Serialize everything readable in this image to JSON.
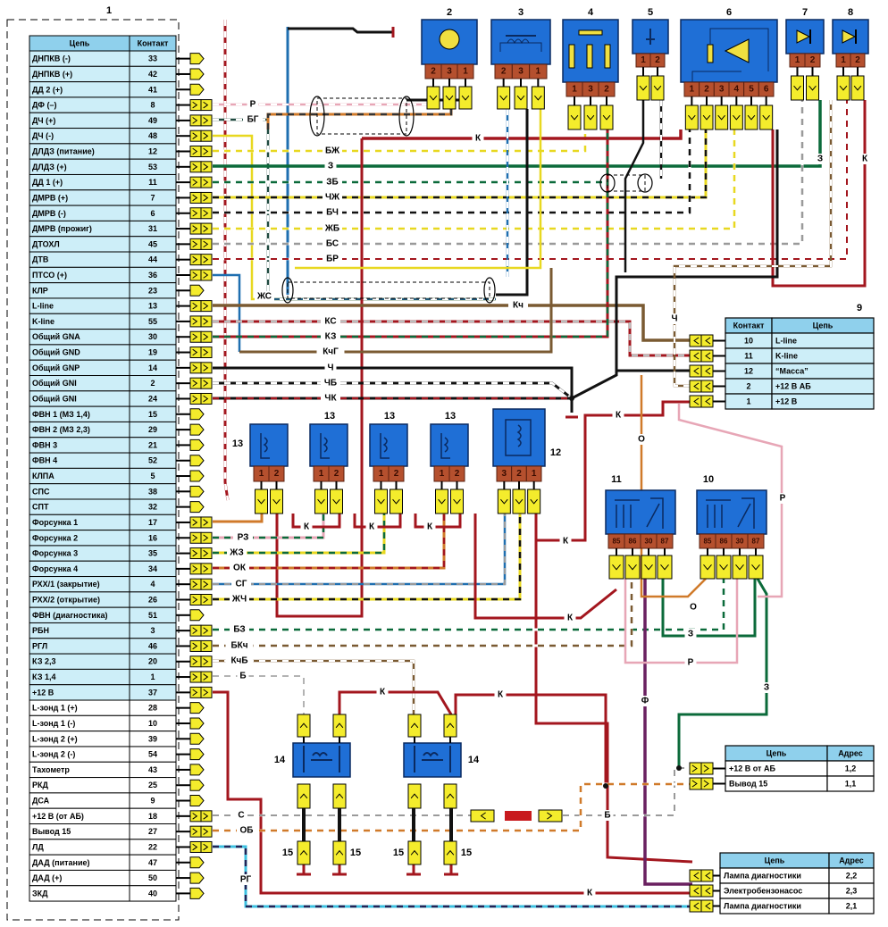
{
  "component_labels": {
    "ecu": "1",
    "c2": "2",
    "c3": "3",
    "c4": "4",
    "c5": "5",
    "c6": "6",
    "c7": "7",
    "c8": "8",
    "c9": "9",
    "c10": "10",
    "c11": "11",
    "c12": "12",
    "c13": "13",
    "c14": "14",
    "c15": "15"
  },
  "ecu_table": {
    "headers": [
      "Цепь",
      "Контакт"
    ],
    "rows": [
      {
        "circuit": "ДНПКВ (-)",
        "contact": "33"
      },
      {
        "circuit": "ДНПКВ (+)",
        "contact": "42"
      },
      {
        "circuit": "ДД 2 (+)",
        "contact": "41"
      },
      {
        "circuit": "ДФ (–)",
        "contact": "8"
      },
      {
        "circuit": "ДЧ (+)",
        "contact": "49"
      },
      {
        "circuit": "ДЧ (-)",
        "contact": "48"
      },
      {
        "circuit": "ДЛДЗ (питание)",
        "contact": "12"
      },
      {
        "circuit": "ДЛДЗ (+)",
        "contact": "53"
      },
      {
        "circuit": "ДД 1 (+)",
        "contact": "11"
      },
      {
        "circuit": "ДМРВ (+)",
        "contact": "7"
      },
      {
        "circuit": "ДМРВ (-)",
        "contact": "6"
      },
      {
        "circuit": "ДМРВ (прожиг)",
        "contact": "31"
      },
      {
        "circuit": "ДТОХЛ",
        "contact": "45"
      },
      {
        "circuit": "ДТВ",
        "contact": "44"
      },
      {
        "circuit": "ПТСО (+)",
        "contact": "36"
      },
      {
        "circuit": "КЛР",
        "contact": "23"
      },
      {
        "circuit": "L-line",
        "contact": "13"
      },
      {
        "circuit": "K-line",
        "contact": "55"
      },
      {
        "circuit": "Общий GNA",
        "contact": "30"
      },
      {
        "circuit": "Общий GND",
        "contact": "19"
      },
      {
        "circuit": "Общий GNP",
        "contact": "14"
      },
      {
        "circuit": "Общий GNI",
        "contact": "2"
      },
      {
        "circuit": "Общий GNI",
        "contact": "24"
      },
      {
        "circuit": "ФВН 1 (МЗ 1,4)",
        "contact": "15"
      },
      {
        "circuit": "ФВН 2 (МЗ 2,3)",
        "contact": "29"
      },
      {
        "circuit": "ФВН 3",
        "contact": "21"
      },
      {
        "circuit": "ФВН 4",
        "contact": "52"
      },
      {
        "circuit": "КЛПА",
        "contact": "5"
      },
      {
        "circuit": "СПС",
        "contact": "38"
      },
      {
        "circuit": "СПТ",
        "contact": "32"
      },
      {
        "circuit": "Форсунка 1",
        "contact": "17"
      },
      {
        "circuit": "Форсунка 2",
        "contact": "16"
      },
      {
        "circuit": "Форсунка 3",
        "contact": "35"
      },
      {
        "circuit": "Форсунка 4",
        "contact": "34"
      },
      {
        "circuit": "РХХ/1 (закрытие)",
        "contact": "4"
      },
      {
        "circuit": "РХХ/2 (открытие)",
        "contact": "26"
      },
      {
        "circuit": "ФВН (диагностика)",
        "contact": "51"
      },
      {
        "circuit": "РБН",
        "contact": "3"
      },
      {
        "circuit": "РГЛ",
        "contact": "46"
      },
      {
        "circuit": "КЗ 2,3",
        "contact": "20"
      },
      {
        "circuit": "КЗ 1,4",
        "contact": "1"
      },
      {
        "circuit": "+12 В",
        "contact": "37"
      },
      {
        "circuit": "L-зонд 1 (+)",
        "contact": "28"
      },
      {
        "circuit": "L-зонд 1 (-)",
        "contact": "10"
      },
      {
        "circuit": "L-зонд 2 (+)",
        "contact": "39"
      },
      {
        "circuit": "L-зонд 2 (-)",
        "contact": "54"
      },
      {
        "circuit": "Тахометр",
        "contact": "43"
      },
      {
        "circuit": "РКД",
        "contact": "25"
      },
      {
        "circuit": "ДСА",
        "contact": "9"
      },
      {
        "circuit": "+12 В (от АБ)",
        "contact": "18"
      },
      {
        "circuit": "Вывод 15",
        "contact": "27"
      },
      {
        "circuit": "ЛД",
        "contact": "22"
      },
      {
        "circuit": "ДАД (питание)",
        "contact": "47"
      },
      {
        "circuit": "ДАД (+)",
        "contact": "50"
      },
      {
        "circuit": "ЗКД",
        "contact": "40"
      }
    ]
  },
  "pins": {
    "c2": [
      "2",
      "3",
      "1"
    ],
    "c3": [
      "2",
      "3",
      "1"
    ],
    "c4": [
      "1",
      "3",
      "2"
    ],
    "c5": [
      "1",
      "2"
    ],
    "c6": [
      "1",
      "2",
      "3",
      "4",
      "5",
      "6"
    ],
    "c7": [
      "1",
      "2"
    ],
    "c8": [
      "1",
      "2"
    ],
    "c13": [
      "1",
      "2"
    ],
    "c12": [
      "3",
      "2",
      "1"
    ],
    "relay": [
      "85",
      "86",
      "30",
      "87"
    ]
  },
  "table9": {
    "headers": [
      "Контакт",
      "Цепь"
    ],
    "rows": [
      {
        "contact": "10",
        "circuit": "L-line"
      },
      {
        "contact": "11",
        "circuit": "K-line"
      },
      {
        "contact": "12",
        "circuit": "“Масса”"
      },
      {
        "contact": "2",
        "circuit": "+12 В АБ"
      },
      {
        "contact": "1",
        "circuit": "+12 В"
      }
    ]
  },
  "power_table": {
    "headers": [
      "Цепь",
      "Адрес"
    ],
    "rows": [
      {
        "circuit": "+12 В от АБ",
        "address": "1,2"
      },
      {
        "circuit": "Вывод 15",
        "address": "1,1"
      }
    ]
  },
  "lamp_table": {
    "headers": [
      "Цепь",
      "Адрес"
    ],
    "rows": [
      {
        "circuit": "Лампа диагностики",
        "address": "2,2"
      },
      {
        "circuit": "Электробензонасос",
        "address": "2,3"
      },
      {
        "circuit": "Лампа диагностики",
        "address": "2,1"
      }
    ]
  },
  "wire_labels": [
    "Р",
    "БГ",
    "БЖ",
    "З",
    "ЗБ",
    "ЧЖ",
    "БЧ",
    "ЖБ",
    "БС",
    "БР",
    "ЖС",
    "Кч",
    "КС",
    "КЗ",
    "КчГ",
    "Ч",
    "ЧБ",
    "ЧК",
    "К",
    "З",
    "К",
    "Ч",
    "К",
    "О",
    "Р",
    "О",
    "РЗ",
    "ЖЗ",
    "ОК",
    "СГ",
    "ЖЧ",
    "К",
    "К",
    "К",
    "К",
    "БЗ",
    "БКч",
    "КчБ",
    "Б",
    "К",
    "З",
    "Р",
    "Ф",
    "З",
    "К",
    "К",
    "С",
    "ОБ",
    "Б",
    "РГ",
    "К"
  ],
  "colors": {
    "component_blue": "#1f6fd6",
    "pin_brown": "#b5502e",
    "connector_yellow": "#f4ec2c",
    "table_header": "#8fd0ec",
    "table_row_blue": "#cdeef8",
    "wire_red": "#a3161e",
    "wire_green": "#0b6a3a"
  }
}
